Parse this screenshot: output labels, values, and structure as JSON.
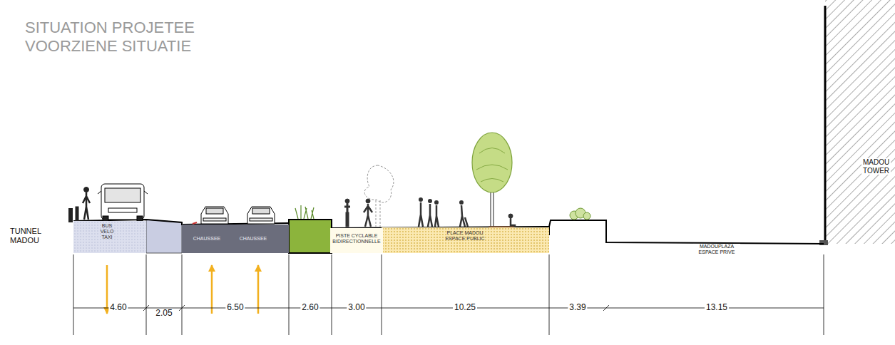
{
  "diagram": {
    "title": "SITUATION PROJETEE VOORZIENE SITUATIE",
    "nodes": [
      {
        "text": [
          "BUS VELO TAXI"
        ]
      },
      {
        "text": [
          "CHAUSSEE",
          "CHAUSSEE"
        ]
      },
      {
        "text": [
          "PISTE CYCLABLE BIDIRECTIONNELLE"
        ]
      },
      {
        "text": [
          "PLACE MADOU ESPACE PUBLIC"
        ]
      }
    ],
    "labels": [
      "TUNNEL MADOU",
      "MADOUPLAZA ESPACE PRIVE",
      "MADOU TOWER",
      "4.60",
      "2.05",
      "6.50",
      "2.60",
      "3.00",
      "10.25",
      "3.39",
      "13.15"
    ]
  }
}
